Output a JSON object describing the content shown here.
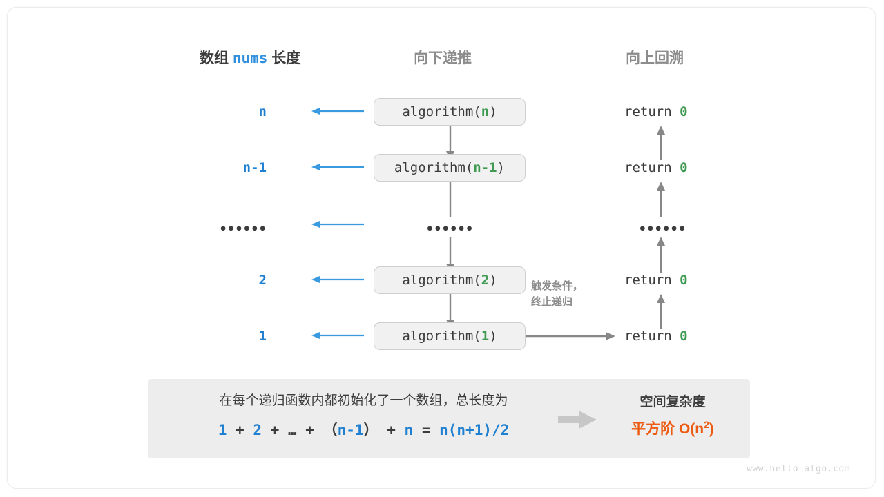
{
  "headers": {
    "left_prefix": "数组",
    "left_code": "nums",
    "left_suffix": "长度",
    "middle": "向下递推",
    "right": "向上回溯"
  },
  "rows": [
    {
      "length": "n",
      "call_prefix": "algorithm(",
      "call_arg": "n",
      "call_suffix": ")",
      "ret_text": "return ",
      "ret_value": "0"
    },
    {
      "length": "n-1",
      "call_prefix": "algorithm(",
      "call_arg": "n-1",
      "call_suffix": ")",
      "ret_text": "return ",
      "ret_value": "0"
    },
    {
      "length": "••••••",
      "call_prefix": "••••••",
      "call_arg": "",
      "call_suffix": "",
      "ret_text": "••••••",
      "ret_value": ""
    },
    {
      "length": "2",
      "call_prefix": "algorithm(",
      "call_arg": "2",
      "call_suffix": ")",
      "ret_text": "return ",
      "ret_value": "0"
    },
    {
      "length": "1",
      "call_prefix": "algorithm(",
      "call_arg": "1",
      "call_suffix": ")",
      "ret_text": "return ",
      "ret_value": "0"
    }
  ],
  "note": {
    "line1": "触发条件，",
    "line2": "终止递归"
  },
  "summary": {
    "description": "在每个递归函数内都初始化了一个数组，总长度为",
    "formula": {
      "t1": "1",
      "o1": "+",
      "t2": "2",
      "o2": "+",
      "t3": "…",
      "o3": "+",
      "lp": "（",
      "t4": "n-1",
      "rp": "）",
      "o4": "+",
      "t5": "n",
      "eq": "=",
      "t6": "n(n+1)/2"
    },
    "right_title": "空间复杂度",
    "right_value_prefix": "平方阶",
    "right_value_bigo": "O(n",
    "right_value_exp": "2",
    "right_value_close": ")"
  },
  "watermark": "www.hello-algo.com",
  "colors": {
    "blue": "#1f7fd0",
    "green": "#3f9a52",
    "orange": "#ec5b11",
    "dark": "#3c3c3c",
    "gray": "#8c8c8c",
    "box_fill": "#f1f1f1",
    "box_border": "#cfcfcf",
    "panel": "#ededed"
  }
}
